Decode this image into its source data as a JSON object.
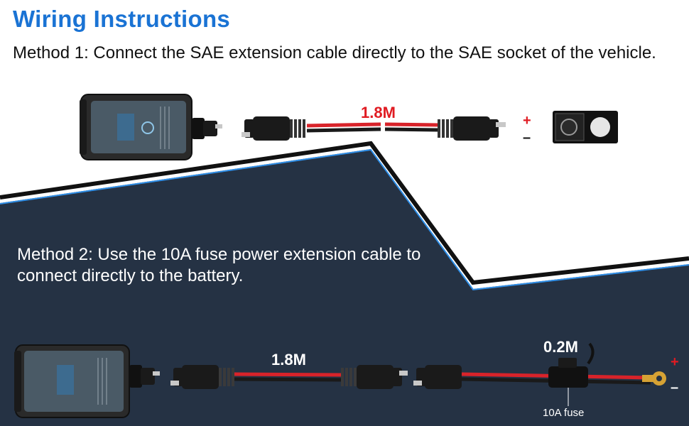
{
  "title": "Wiring Instructions",
  "method1": {
    "text": "Method 1:  Connect the SAE extension cable directly to the SAE socket of the vehicle.",
    "cable_length": "1.8M"
  },
  "method2": {
    "text": "Method 2:  Use the 10A fuse power extension cable to connect directly to the battery.",
    "cable_length": "1.8M",
    "fuse_cable_length": "0.2M",
    "fuse_label": "10A fuse"
  },
  "polarity": {
    "plus": "+",
    "minus": "–"
  },
  "colors": {
    "title_blue": "#1a73d4",
    "dark_panel": "#253244",
    "accent_blue": "#2f8fe8",
    "wire_red": "#d8232a",
    "wire_black": "#1a1a1a"
  },
  "icons": [
    "usb-charger-device-icon",
    "sae-connector-icon",
    "sae-socket-icon",
    "fuse-holder-icon",
    "ring-terminal-icon"
  ]
}
